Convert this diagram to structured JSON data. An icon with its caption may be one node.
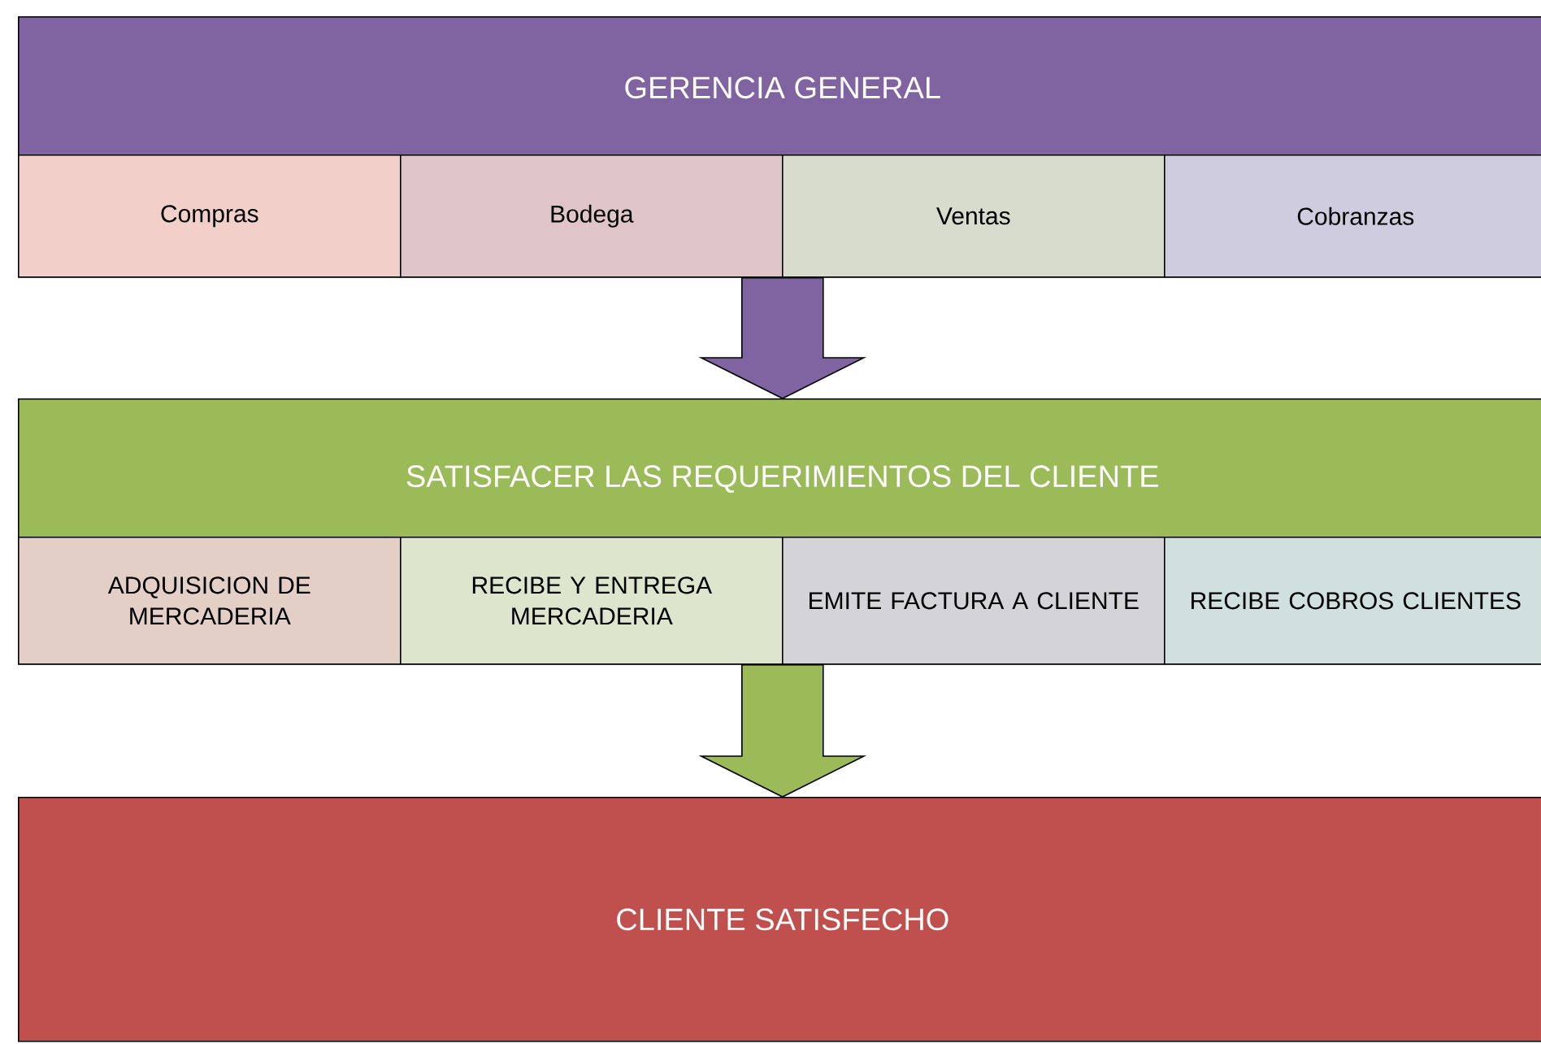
{
  "diagram": {
    "nodes": [
      {
        "text": [
          "GERENCIA GENERAL"
        ]
      },
      {
        "text": [
          "Compras"
        ],
        "in": 0
      },
      {
        "text": [
          "Bodega"
        ],
        "in": 0
      },
      {
        "text": [
          "Ventas"
        ],
        "in": 0
      },
      {
        "text": [
          "Cobranzas"
        ],
        "in": 0
      },
      {
        "text": [
          "SATISFACER LAS REQUERIMIENTOS DEL CLIENTE"
        ]
      },
      {
        "text": [
          "ADQUISICION DE MERCADERIA"
        ],
        "in": 5
      },
      {
        "text": [
          "RECIBE Y ENTREGA MERCADERIA"
        ],
        "in": 5
      },
      {
        "text": [
          "EMITE FACTURA A CLIENTE"
        ],
        "in": 5
      },
      {
        "text": [
          "RECIBE COBROS CLIENTES"
        ],
        "in": 5
      },
      {
        "text": [
          "CLIENTE SATISFECHO"
        ]
      }
    ],
    "edges": [
      {
        "from": 0,
        "to": 5,
        "arrow": "to",
        "color": "#8064a2"
      },
      {
        "from": 5,
        "to": 10,
        "arrow": "to",
        "color": "#9bbb59"
      }
    ]
  }
}
